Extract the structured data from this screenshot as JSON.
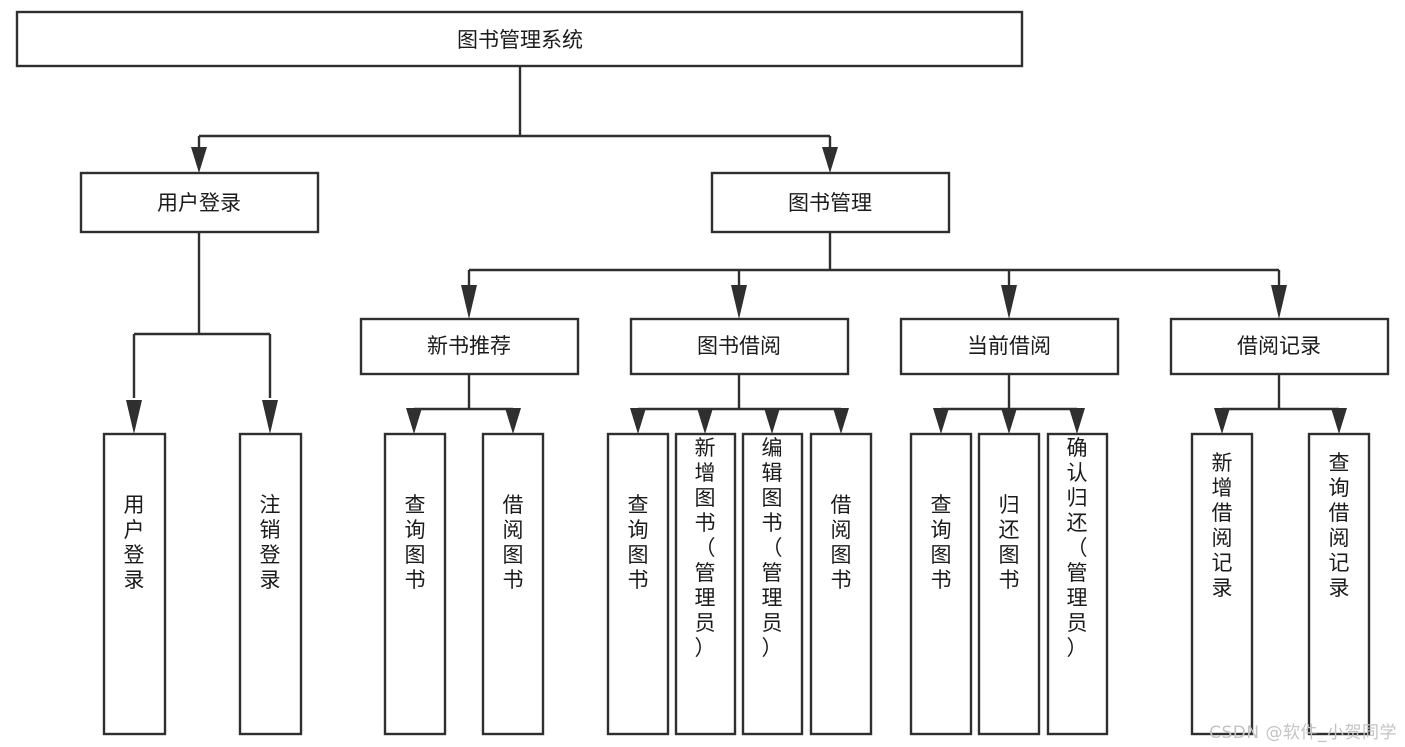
{
  "diagram": {
    "title": "图书管理系统",
    "type": "tree-hierarchy-chart",
    "colors": {
      "box_fill": "#ffffff",
      "box_stroke": "#2f2f2f",
      "text": "#1b1b1b",
      "background": "#ffffff",
      "watermark": "#c3c3c3"
    },
    "root": {
      "label": "图书管理系统"
    },
    "level1": [
      {
        "label": "用户登录"
      },
      {
        "label": "图书管理"
      }
    ],
    "level2": [
      {
        "label": "新书推荐"
      },
      {
        "label": "图书借阅"
      },
      {
        "label": "当前借阅"
      },
      {
        "label": "借阅记录"
      }
    ],
    "leaves": {
      "user_login": [
        {
          "label": "用户登录"
        },
        {
          "label": "注销登录"
        }
      ],
      "new_book_recommend": [
        {
          "label": "查询图书"
        },
        {
          "label": "借阅图书"
        }
      ],
      "book_borrow": [
        {
          "label": "查询图书"
        },
        {
          "label": "新增图书（管理员）"
        },
        {
          "label": "编辑图书（管理员）"
        },
        {
          "label": "借阅图书"
        }
      ],
      "current_borrow": [
        {
          "label": "查询图书"
        },
        {
          "label": "归还图书"
        },
        {
          "label": "确认归还（管理员）"
        }
      ],
      "borrow_record": [
        {
          "label": "新增借阅记录"
        },
        {
          "label": "查询借阅记录"
        }
      ]
    }
  },
  "watermark": {
    "text": "CSDN @软件_小贺同学"
  }
}
